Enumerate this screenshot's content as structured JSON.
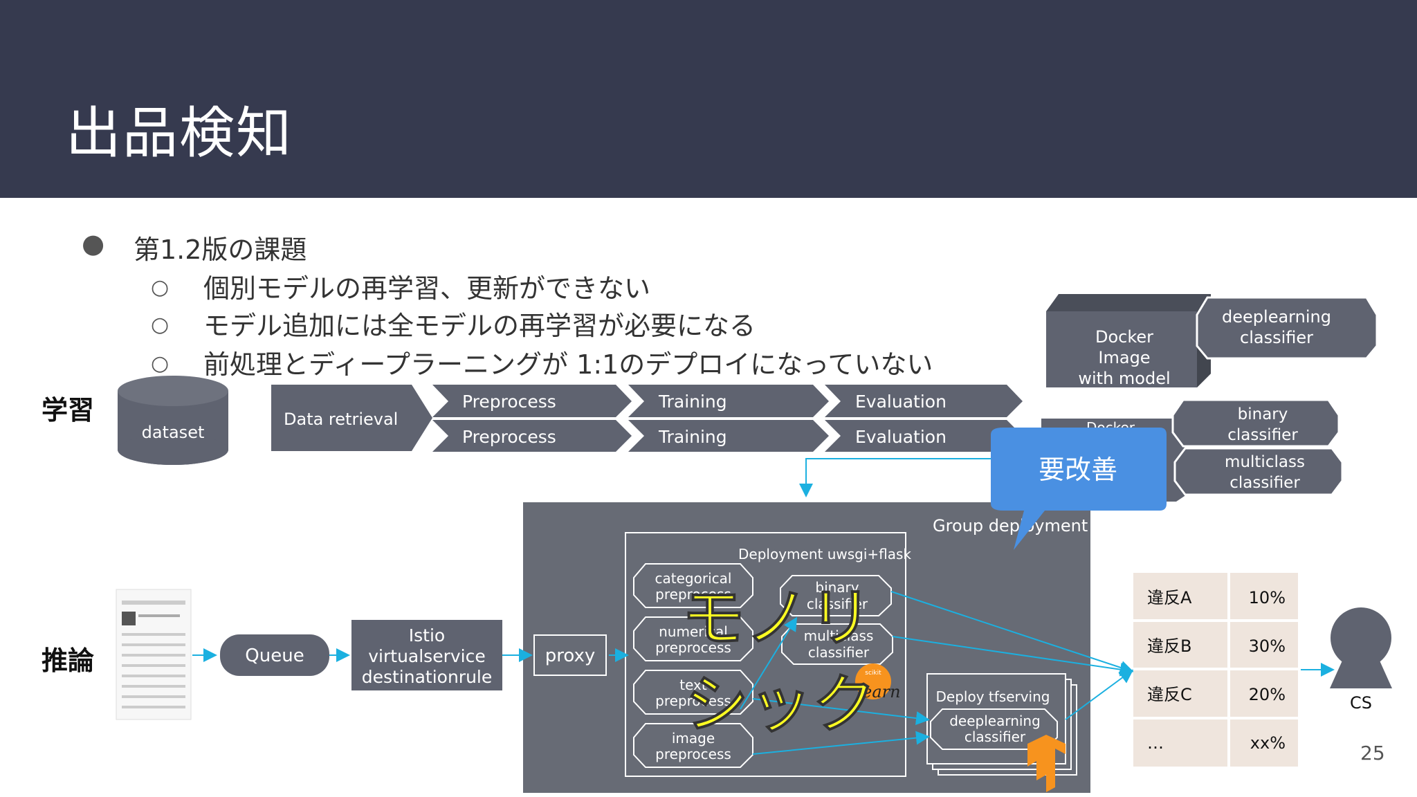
{
  "slide": {
    "title": "出品検知",
    "page_number": "25"
  },
  "bullets": {
    "main": "第1.2版の課題",
    "subs": [
      "個別モデルの再学習、更新ができない",
      "モデル追加には全モデルの再学習が必要になる",
      "前処理とディープラーニングが 1:1のデプロイになっていない"
    ]
  },
  "row_labels": {
    "learning": "学習",
    "inference": "推論"
  },
  "training": {
    "dataset": "dataset",
    "data_retrieval": "Data retrieval",
    "row1": [
      "Preprocess",
      "Training",
      "Evaluation"
    ],
    "row2": [
      "Preprocess",
      "Training",
      "Evaluation"
    ]
  },
  "docker": {
    "front_label": [
      "Docker",
      "Image",
      "with model"
    ],
    "back_label": "Docker",
    "classifiers_top": [
      "deeplearning",
      "classifier"
    ],
    "classifiers_bottom": [
      [
        "binary",
        "classifier"
      ],
      [
        "multiclass",
        "classifier"
      ]
    ]
  },
  "callout": "要改善",
  "inference": {
    "queue": "Queue",
    "istio": [
      "Istio",
      "virtualservice",
      "destinationrule"
    ],
    "proxy": "proxy",
    "group_deployment": "Group deployment",
    "deployment_label": "Deployment  uwsgi+flask",
    "preprocessors": [
      [
        "categorical",
        "preprocess"
      ],
      [
        "numerical",
        "preprocess"
      ],
      [
        "text",
        "preprocess"
      ],
      [
        "image",
        "preprocess"
      ]
    ],
    "classifiers": [
      [
        "binary",
        "classifier"
      ],
      [
        "multiclass",
        "classifier"
      ]
    ],
    "tfserving": "Deploy tfserving",
    "tf_classifier": [
      "deeplearning",
      "classifier"
    ],
    "sklearn": "learn",
    "sklearn_small": "scikit"
  },
  "overlay_text": [
    "モノリ",
    "シック"
  ],
  "results": {
    "rows": [
      [
        "違反A",
        "10%"
      ],
      [
        "違反B",
        "30%"
      ],
      [
        "違反C",
        "20%"
      ],
      [
        "…",
        "xx%"
      ]
    ]
  },
  "cs_label": "CS",
  "colors": {
    "header_bg": "#363a4f",
    "box_gray": "#5f6370",
    "group_bg": "#676b75",
    "arrow_cyan": "#1bb0e0",
    "callout_blue": "#4a90e2",
    "overlay_yellow": "#ffff22",
    "table_bg": "#efe5dd"
  }
}
